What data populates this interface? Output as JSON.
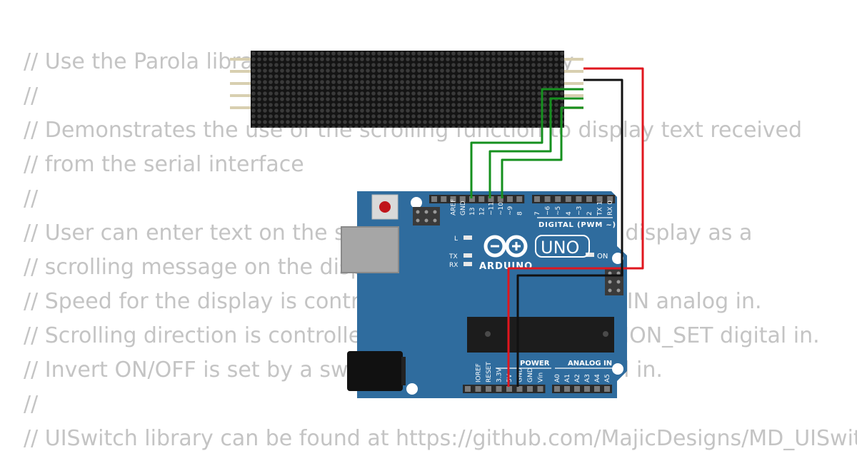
{
  "code_lines": [
    "// Use the Parola library to scroll text on the display",
    "//",
    "// Demonstrates the use of the scrolling function to display text received",
    "// from the serial interface",
    "//",
    "// User can enter text on the serial monitor and this will display as a",
    "// scrolling message on the display.",
    "// Speed for the display is controlled by a pot on SPEED_IN analog in.",
    "// Scrolling direction is controlled by a switch on DIRECTION_SET digital in.",
    "// Invert ON/OFF is set by a switch on INVERT_SET digital in.",
    "//",
    "// UISwitch library can be found at https://github.com/MajicDesigns/MD_UISwitch"
  ],
  "board": {
    "brand": "ARDUINO",
    "model": "UNO",
    "digital_header_label": "DIGITAL (PWM ~)",
    "power_label": "POWER",
    "analog_label": "ANALOG IN",
    "led_l": "L",
    "led_tx": "TX",
    "led_rx": "RX",
    "led_on": "ON",
    "digital_pins": [
      "AREF",
      "GND",
      "13",
      "12",
      "~11",
      "~10",
      "~9",
      "8",
      "7",
      "~6",
      "~5",
      "4",
      "~3",
      "2",
      "TX 1",
      "RX 0"
    ],
    "power_pins": [
      "IOREF",
      "RESET",
      "3.3V",
      "5V",
      "GND",
      "GND",
      "Vin"
    ],
    "analog_pins": [
      "A0",
      "A1",
      "A2",
      "A3",
      "A4",
      "A5"
    ]
  },
  "colors": {
    "board": "#2f6c9e",
    "matrix": "#141414",
    "wire_red": "#e0161e",
    "wire_black": "#111111",
    "wire_green": "#15901e",
    "code_text": "#c4c4c4"
  }
}
